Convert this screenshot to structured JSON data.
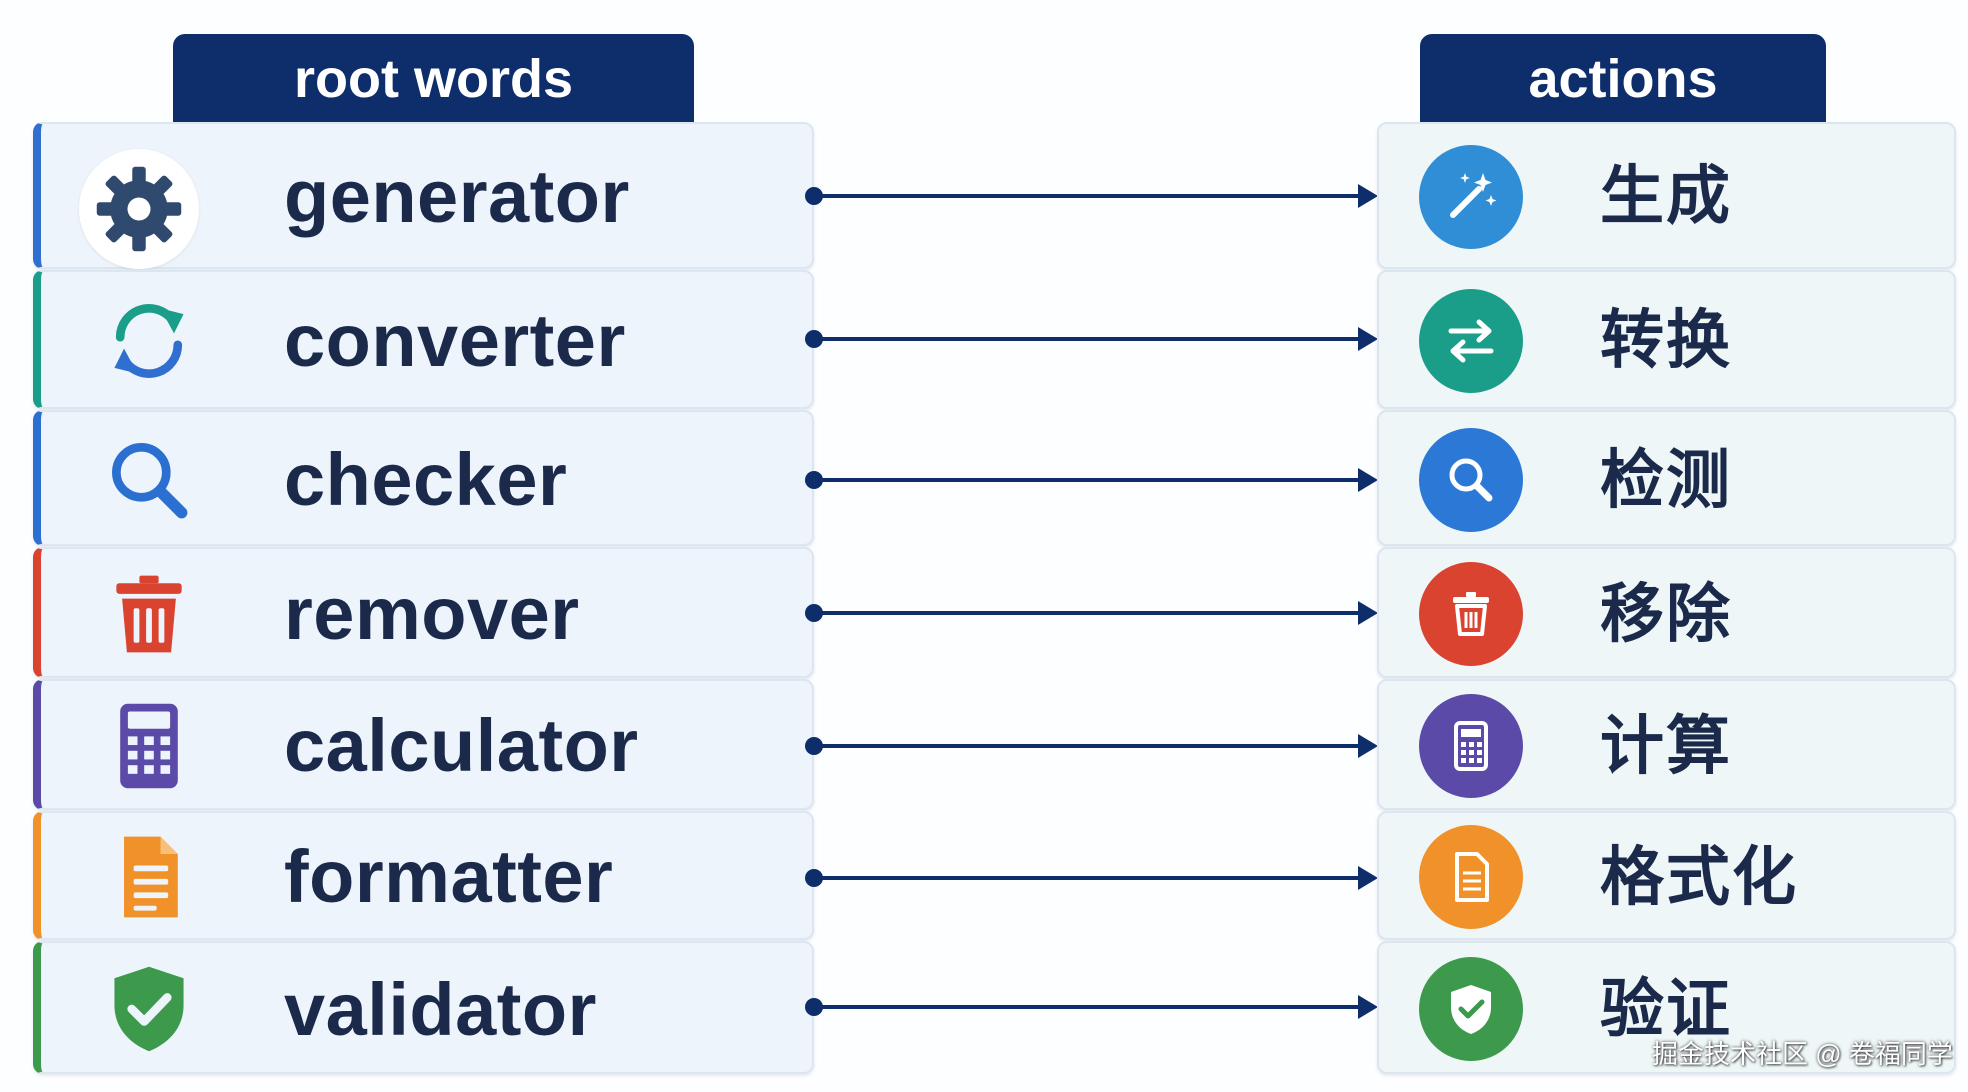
{
  "headers": {
    "left": "root words",
    "right": "actions"
  },
  "rows": [
    {
      "word": "generator",
      "action": "生成",
      "left_icon": "gear-icon",
      "right_icon": "magic-wand-icon",
      "accent": "#2e6fd0",
      "action_color": "#2f8ed6"
    },
    {
      "word": "converter",
      "action": "转换",
      "left_icon": "refresh-icon",
      "right_icon": "swap-arrows-icon",
      "accent": "#1a9e8a",
      "action_color": "#1a9e8a"
    },
    {
      "word": "checker",
      "action": "检测",
      "left_icon": "search-icon",
      "right_icon": "search-icon",
      "accent": "#2b6fd0",
      "action_color": "#2b78d6"
    },
    {
      "word": "remover",
      "action": "移除",
      "left_icon": "trash-icon",
      "right_icon": "trash-icon",
      "accent": "#d9432f",
      "action_color": "#d9432f"
    },
    {
      "word": "calculator",
      "action": "计算",
      "left_icon": "calculator-icon",
      "right_icon": "calculator-icon",
      "accent": "#5b4aa8",
      "action_color": "#5b4aa8"
    },
    {
      "word": "formatter",
      "action": "格式化",
      "left_icon": "document-icon",
      "right_icon": "document-icon",
      "accent": "#f0912a",
      "action_color": "#f0912a"
    },
    {
      "word": "validator",
      "action": "验证",
      "left_icon": "shield-check-icon",
      "right_icon": "shield-check-icon",
      "accent": "#3d9a4d",
      "action_color": "#3d9a4d"
    }
  ],
  "connector_color": "#0e2d6b",
  "header_color": "#0e2d6b",
  "watermark": "掘金技术社区 @ 卷福同学"
}
